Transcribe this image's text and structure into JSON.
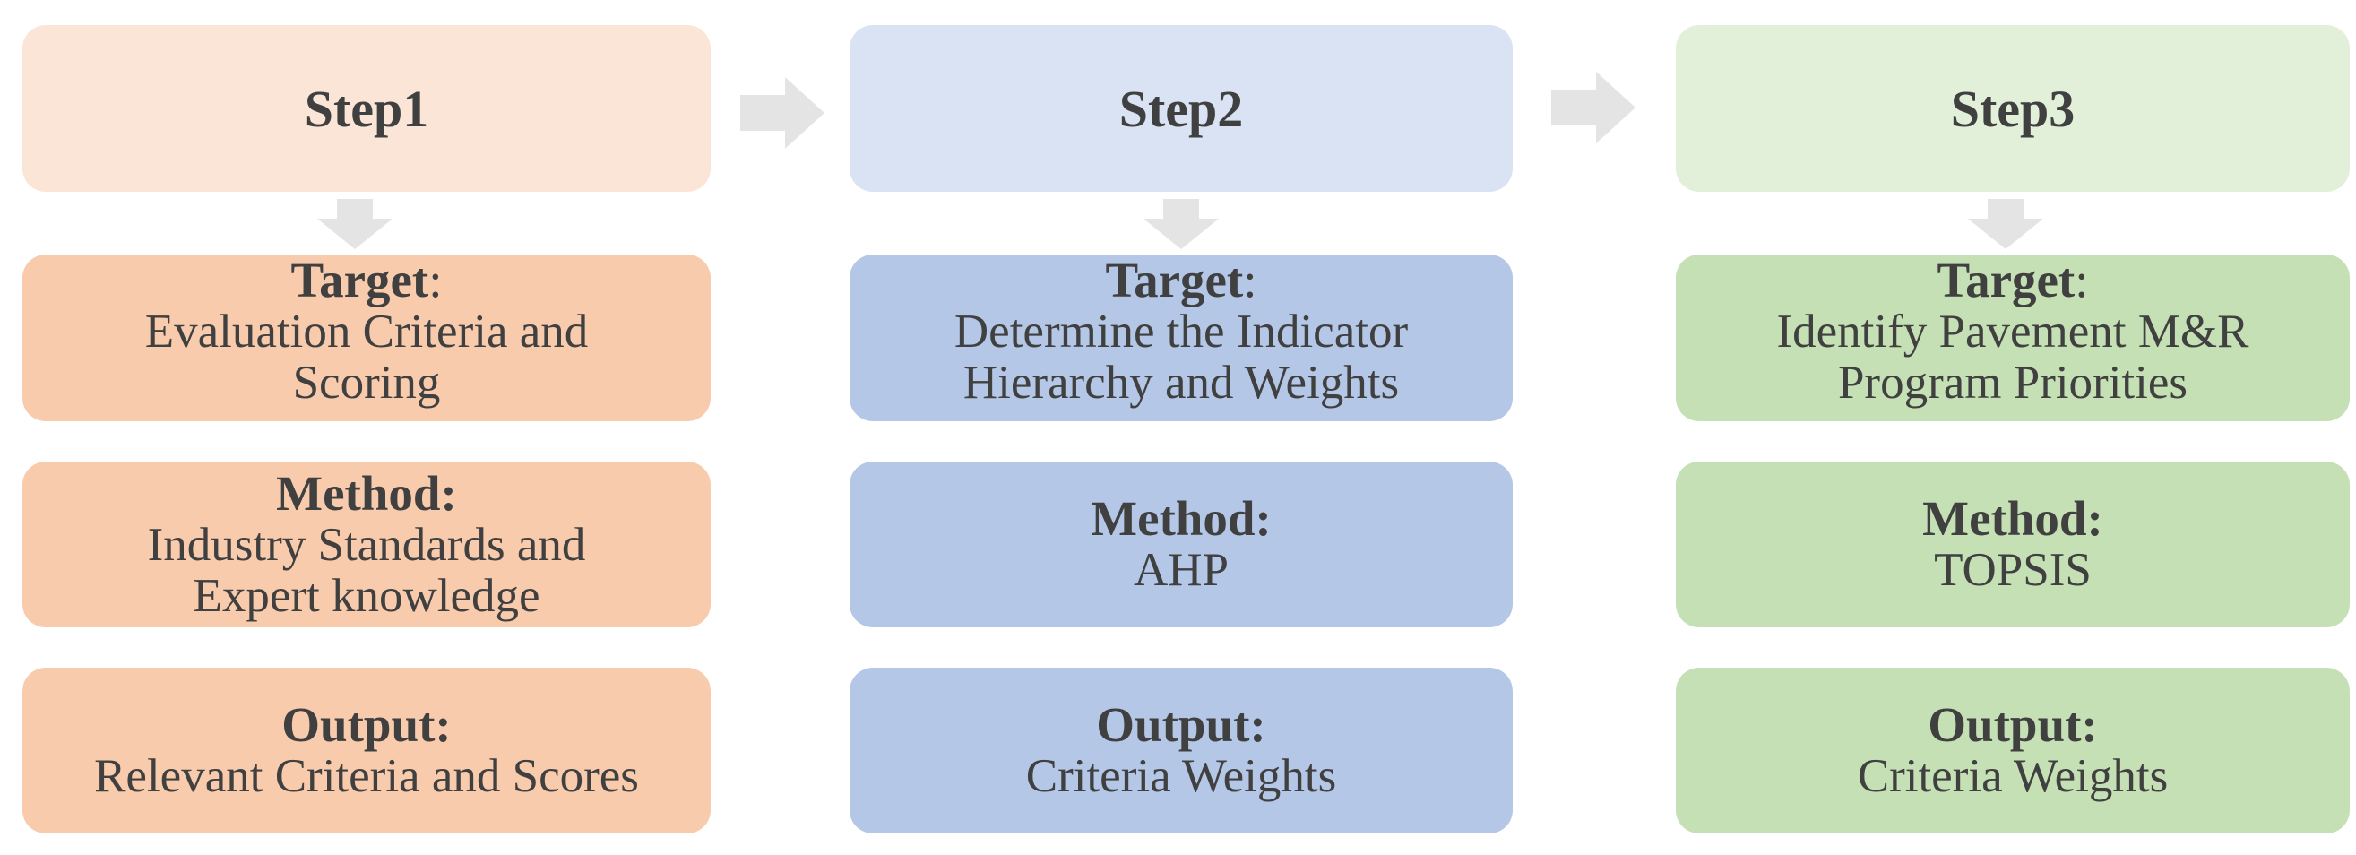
{
  "colors": {
    "step1_light": "#fbe5d6",
    "step1": "#f8cbad",
    "step2_light": "#dae3f3",
    "step2": "#b4c7e7",
    "step3_light": "#e2f0d9",
    "step3": "#c5e0b4",
    "arrow": "#e4e4e4",
    "text": "#404040"
  },
  "steps": [
    {
      "title": "Step1",
      "target_label": "Target",
      "target_colon": ":",
      "target_text": "Evaluation Criteria and\nScoring",
      "method_label": "Method:",
      "method_text": "Industry Standards and\nExpert knowledge",
      "output_label": "Output:",
      "output_text": "Relevant Criteria and Scores"
    },
    {
      "title": "Step2",
      "target_label": "Target",
      "target_colon": ":",
      "target_text": "Determine the Indicator\nHierarchy and Weights",
      "method_label": "Method:",
      "method_text": "AHP",
      "output_label": "Output:",
      "output_text": "Criteria Weights"
    },
    {
      "title": "Step3",
      "target_label": "Target",
      "target_colon": ":",
      "target_text": "Identify Pavement M&R\nProgram Priorities",
      "method_label": "Method:",
      "method_text": "TOPSIS",
      "output_label": "Output:",
      "output_text": "Criteria Weights"
    }
  ]
}
